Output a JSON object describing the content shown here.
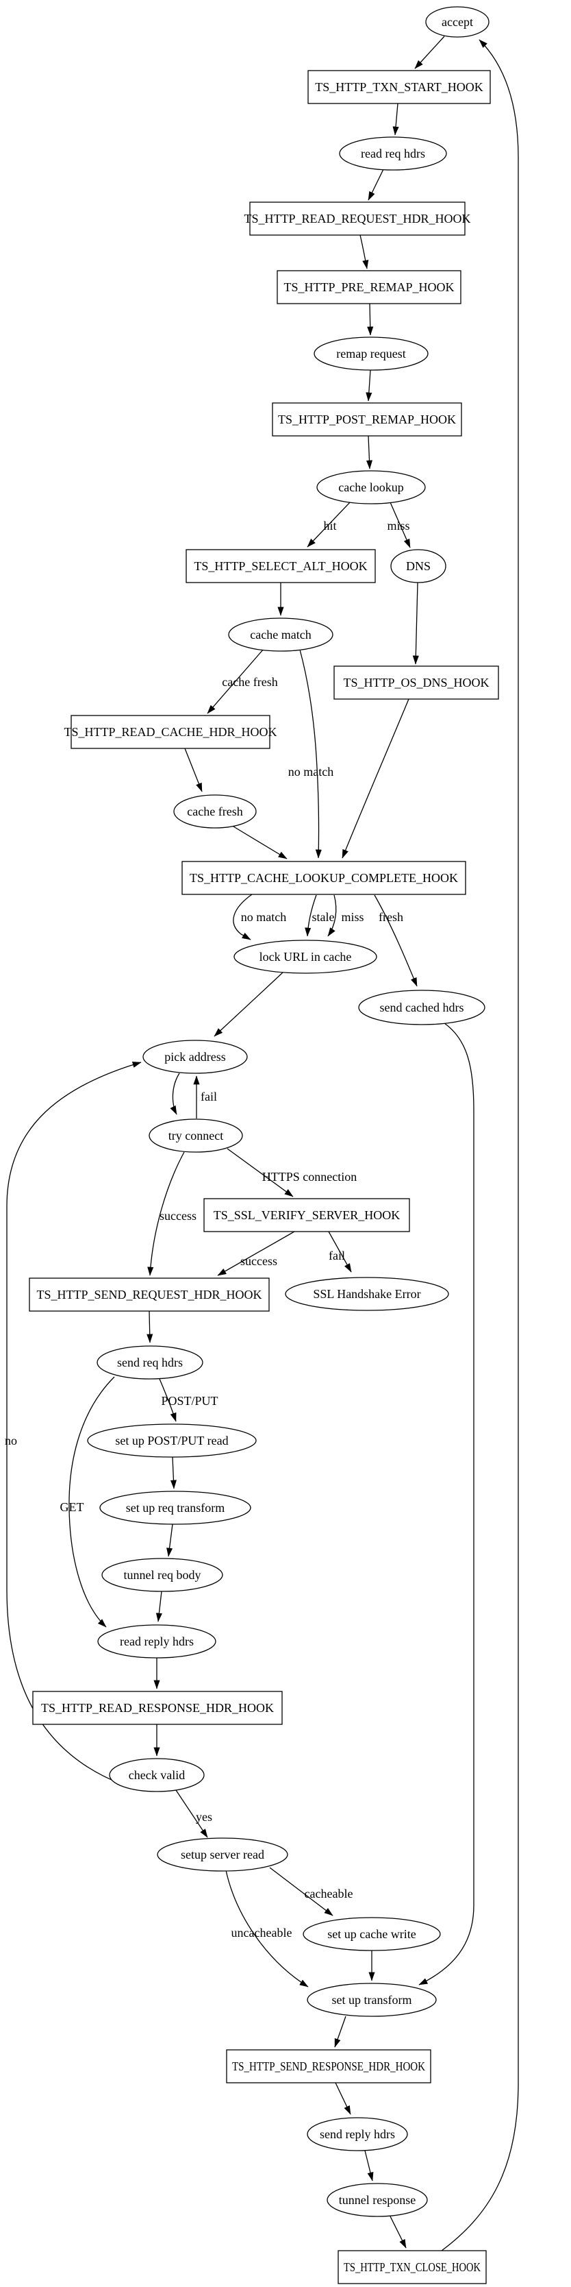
{
  "diagram": {
    "type": "flowchart",
    "background": "#ffffff",
    "stroke_color": "#000000",
    "nodes": [
      {
        "id": "accept",
        "label": "accept",
        "shape": "ellipse"
      },
      {
        "id": "txn_start",
        "label": "TS_HTTP_TXN_START_HOOK",
        "shape": "rect"
      },
      {
        "id": "read_req_hdrs",
        "label": "read req hdrs",
        "shape": "ellipse"
      },
      {
        "id": "read_request_hdr",
        "label": "TS_HTTP_READ_REQUEST_HDR_HOOK",
        "shape": "rect"
      },
      {
        "id": "pre_remap",
        "label": "TS_HTTP_PRE_REMAP_HOOK",
        "shape": "rect"
      },
      {
        "id": "remap_request",
        "label": "remap request",
        "shape": "ellipse"
      },
      {
        "id": "post_remap",
        "label": "TS_HTTP_POST_REMAP_HOOK",
        "shape": "rect"
      },
      {
        "id": "cache_lookup",
        "label": "cache lookup",
        "shape": "ellipse"
      },
      {
        "id": "select_alt",
        "label": "TS_HTTP_SELECT_ALT_HOOK",
        "shape": "rect"
      },
      {
        "id": "dns",
        "label": "DNS",
        "shape": "ellipse"
      },
      {
        "id": "cache_match",
        "label": "cache match",
        "shape": "ellipse"
      },
      {
        "id": "os_dns",
        "label": "TS_HTTP_OS_DNS_HOOK",
        "shape": "rect"
      },
      {
        "id": "read_cache_hdr",
        "label": "TS_HTTP_READ_CACHE_HDR_HOOK",
        "shape": "rect"
      },
      {
        "id": "cache_fresh",
        "label": "cache fresh",
        "shape": "ellipse"
      },
      {
        "id": "cache_lookup_complete",
        "label": "TS_HTTP_CACHE_LOOKUP_COMPLETE_HOOK",
        "shape": "rect"
      },
      {
        "id": "lock_url",
        "label": "lock URL in cache",
        "shape": "ellipse"
      },
      {
        "id": "send_cached_hdrs",
        "label": "send cached hdrs",
        "shape": "ellipse"
      },
      {
        "id": "pick_address",
        "label": "pick address",
        "shape": "ellipse"
      },
      {
        "id": "try_connect",
        "label": "try connect",
        "shape": "ellipse"
      },
      {
        "id": "ssl_verify_server",
        "label": "TS_SSL_VERIFY_SERVER_HOOK",
        "shape": "rect"
      },
      {
        "id": "send_request_hdr",
        "label": "TS_HTTP_SEND_REQUEST_HDR_HOOK",
        "shape": "rect"
      },
      {
        "id": "ssl_handshake_error",
        "label": "SSL Handshake Error",
        "shape": "ellipse"
      },
      {
        "id": "send_req_hdrs",
        "label": "send req hdrs",
        "shape": "ellipse"
      },
      {
        "id": "setup_post_put_read",
        "label": "set up POST/PUT read",
        "shape": "ellipse"
      },
      {
        "id": "setup_req_transform",
        "label": "set up req transform",
        "shape": "ellipse"
      },
      {
        "id": "tunnel_req_body",
        "label": "tunnel req body",
        "shape": "ellipse"
      },
      {
        "id": "read_reply_hdrs",
        "label": "read reply hdrs",
        "shape": "ellipse"
      },
      {
        "id": "read_response_hdr",
        "label": "TS_HTTP_READ_RESPONSE_HDR_HOOK",
        "shape": "rect"
      },
      {
        "id": "check_valid",
        "label": "check valid",
        "shape": "ellipse"
      },
      {
        "id": "setup_server_read",
        "label": "setup server read",
        "shape": "ellipse"
      },
      {
        "id": "setup_cache_write",
        "label": "set up cache write",
        "shape": "ellipse"
      },
      {
        "id": "setup_transform",
        "label": "set up transform",
        "shape": "ellipse"
      },
      {
        "id": "send_response_hdr",
        "label": "TS_HTTP_SEND_RESPONSE_HDR_HOOK",
        "shape": "rect"
      },
      {
        "id": "send_reply_hdrs",
        "label": "send reply hdrs",
        "shape": "ellipse"
      },
      {
        "id": "tunnel_response",
        "label": "tunnel response",
        "shape": "ellipse"
      },
      {
        "id": "txn_close",
        "label": "TS_HTTP_TXN_CLOSE_HOOK",
        "shape": "rect"
      }
    ],
    "edges": [
      {
        "id": "e1",
        "from": "accept",
        "to": "txn_start",
        "label": ""
      },
      {
        "id": "e2",
        "from": "txn_start",
        "to": "read_req_hdrs",
        "label": ""
      },
      {
        "id": "e3",
        "from": "read_req_hdrs",
        "to": "read_request_hdr",
        "label": ""
      },
      {
        "id": "e4",
        "from": "read_request_hdr",
        "to": "pre_remap",
        "label": ""
      },
      {
        "id": "e5",
        "from": "pre_remap",
        "to": "remap_request",
        "label": ""
      },
      {
        "id": "e6",
        "from": "remap_request",
        "to": "post_remap",
        "label": ""
      },
      {
        "id": "e7",
        "from": "post_remap",
        "to": "cache_lookup",
        "label": ""
      },
      {
        "id": "e8",
        "from": "cache_lookup",
        "to": "select_alt",
        "label": "hit"
      },
      {
        "id": "e9",
        "from": "cache_lookup",
        "to": "dns",
        "label": "miss"
      },
      {
        "id": "e10",
        "from": "select_alt",
        "to": "cache_match",
        "label": ""
      },
      {
        "id": "e11",
        "from": "dns",
        "to": "os_dns",
        "label": ""
      },
      {
        "id": "e12",
        "from": "cache_match",
        "to": "read_cache_hdr",
        "label": "cache fresh"
      },
      {
        "id": "e13",
        "from": "cache_match",
        "to": "cache_lookup_complete",
        "label": "no match"
      },
      {
        "id": "e14",
        "from": "os_dns",
        "to": "cache_lookup_complete",
        "label": ""
      },
      {
        "id": "e15",
        "from": "read_cache_hdr",
        "to": "cache_fresh",
        "label": ""
      },
      {
        "id": "e16",
        "from": "cache_fresh",
        "to": "cache_lookup_complete",
        "label": ""
      },
      {
        "id": "e17",
        "from": "cache_lookup_complete",
        "to": "lock_url",
        "label": "no match"
      },
      {
        "id": "e18",
        "from": "cache_lookup_complete",
        "to": "lock_url",
        "label": "stale"
      },
      {
        "id": "e19",
        "from": "cache_lookup_complete",
        "to": "lock_url",
        "label": "miss"
      },
      {
        "id": "e20",
        "from": "cache_lookup_complete",
        "to": "send_cached_hdrs",
        "label": "fresh"
      },
      {
        "id": "e21",
        "from": "lock_url",
        "to": "pick_address",
        "label": ""
      },
      {
        "id": "e22",
        "from": "pick_address",
        "to": "try_connect",
        "label": ""
      },
      {
        "id": "e23",
        "from": "try_connect",
        "to": "pick_address",
        "label": "fail"
      },
      {
        "id": "e24",
        "from": "try_connect",
        "to": "send_request_hdr",
        "label": "success"
      },
      {
        "id": "e25",
        "from": "try_connect",
        "to": "ssl_verify_server",
        "label": "HTTPS connection"
      },
      {
        "id": "e26",
        "from": "ssl_verify_server",
        "to": "send_request_hdr",
        "label": "success"
      },
      {
        "id": "e27",
        "from": "ssl_verify_server",
        "to": "ssl_handshake_error",
        "label": "fail"
      },
      {
        "id": "e28",
        "from": "send_request_hdr",
        "to": "send_req_hdrs",
        "label": ""
      },
      {
        "id": "e29",
        "from": "send_req_hdrs",
        "to": "setup_post_put_read",
        "label": "POST/PUT"
      },
      {
        "id": "e30",
        "from": "send_req_hdrs",
        "to": "read_reply_hdrs",
        "label": "GET"
      },
      {
        "id": "e31",
        "from": "setup_post_put_read",
        "to": "setup_req_transform",
        "label": ""
      },
      {
        "id": "e32",
        "from": "setup_req_transform",
        "to": "tunnel_req_body",
        "label": ""
      },
      {
        "id": "e33",
        "from": "tunnel_req_body",
        "to": "read_reply_hdrs",
        "label": ""
      },
      {
        "id": "e34",
        "from": "read_reply_hdrs",
        "to": "read_response_hdr",
        "label": ""
      },
      {
        "id": "e35",
        "from": "read_response_hdr",
        "to": "check_valid",
        "label": ""
      },
      {
        "id": "e36",
        "from": "check_valid",
        "to": "setup_server_read",
        "label": "yes"
      },
      {
        "id": "e37",
        "from": "check_valid",
        "to": "pick_address",
        "label": "no"
      },
      {
        "id": "e38",
        "from": "setup_server_read",
        "to": "setup_cache_write",
        "label": "cacheable"
      },
      {
        "id": "e39",
        "from": "setup_server_read",
        "to": "setup_transform",
        "label": "uncacheable"
      },
      {
        "id": "e40",
        "from": "setup_cache_write",
        "to": "setup_transform",
        "label": ""
      },
      {
        "id": "e41",
        "from": "send_cached_hdrs",
        "to": "setup_transform",
        "label": ""
      },
      {
        "id": "e42",
        "from": "setup_transform",
        "to": "send_response_hdr",
        "label": ""
      },
      {
        "id": "e43",
        "from": "send_response_hdr",
        "to": "send_reply_hdrs",
        "label": ""
      },
      {
        "id": "e44",
        "from": "send_reply_hdrs",
        "to": "tunnel_response",
        "label": ""
      },
      {
        "id": "e45",
        "from": "tunnel_response",
        "to": "txn_close",
        "label": ""
      },
      {
        "id": "e46",
        "from": "txn_close",
        "to": "accept",
        "label": ""
      }
    ]
  }
}
